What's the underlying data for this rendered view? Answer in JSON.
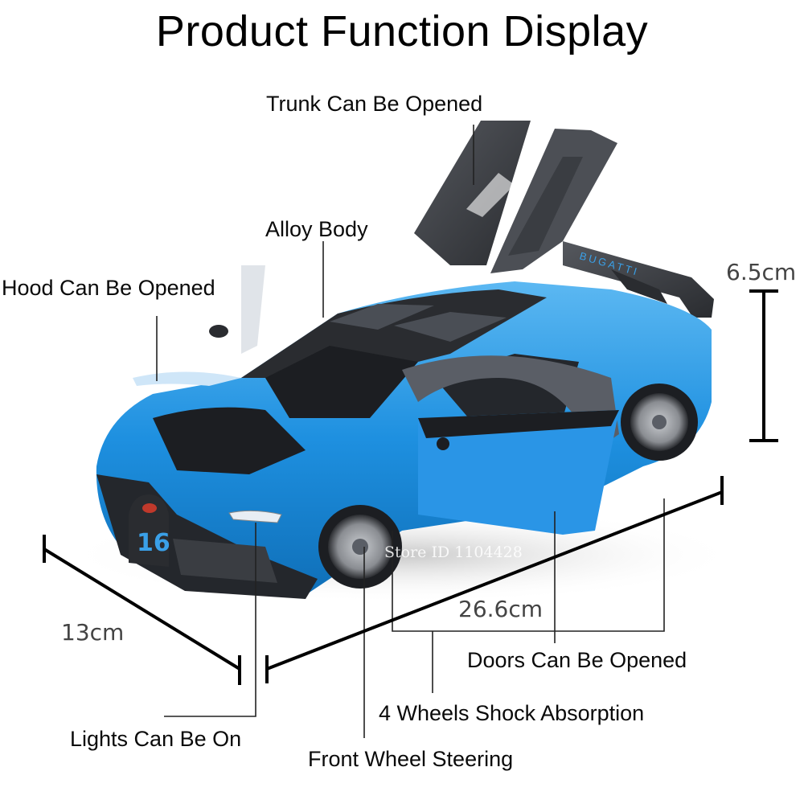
{
  "title": "Product Function Display",
  "features": [
    {
      "id": "trunk",
      "label": "Trunk Can Be Opened"
    },
    {
      "id": "alloy",
      "label": "Alloy Body"
    },
    {
      "id": "hood",
      "label": "Hood Can Be Opened"
    },
    {
      "id": "doors",
      "label": "Doors Can Be Opened"
    },
    {
      "id": "shock",
      "label": "4 Wheels Shock Absorption"
    },
    {
      "id": "lights",
      "label": "Lights Can Be On"
    },
    {
      "id": "steering",
      "label": "Front Wheel Steering"
    }
  ],
  "dimensions": {
    "height": "6.5cm",
    "length": "26.6cm",
    "width": "13cm"
  },
  "car": {
    "number_badge": "16",
    "wing_text": "BUGATTI",
    "colors": {
      "body": "#1e90e0",
      "body_light": "#4fb0f0",
      "carbon": "#3a3d42",
      "dark": "#1c1e22",
      "wheel": "#8a8d92"
    }
  },
  "watermark": "Store ID 1104428"
}
